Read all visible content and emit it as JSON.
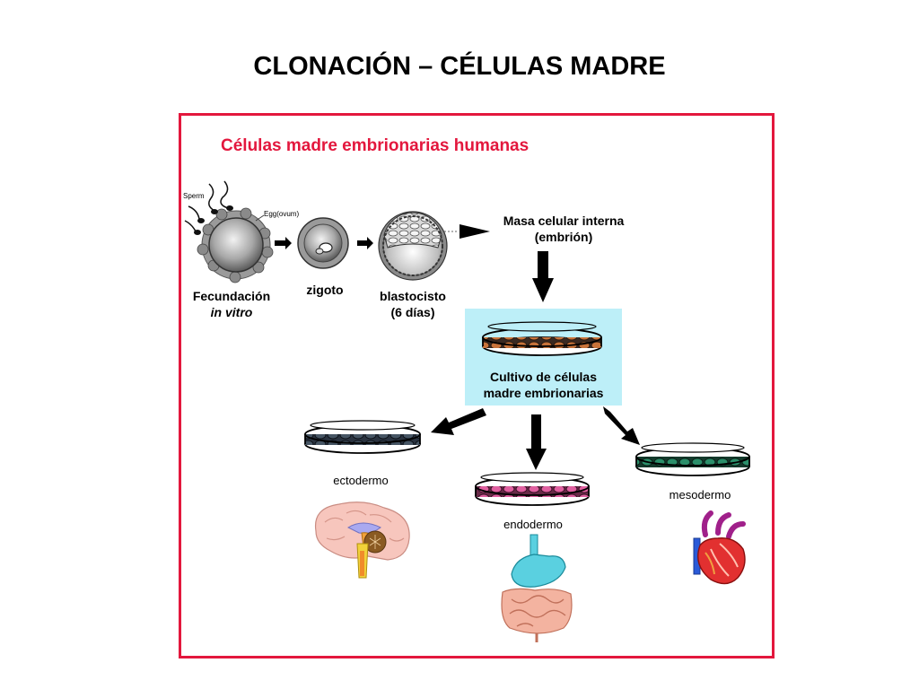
{
  "slide_title": "CLONACIÓN – CÉLULAS MADRE",
  "panel_title": "Células madre embrionarias humanas",
  "stages": {
    "sperm_label": "Sperm",
    "egg_label": "Egg(ovum)",
    "fertilization_line1": "Fecundación",
    "fertilization_line2": "in vitro",
    "zygote": "zigoto",
    "blastocyst_line1": "blastocisto",
    "blastocyst_line2": "(6 días)",
    "inner_mass_line1": "Masa celular interna",
    "inner_mass_line2": "(embrión)"
  },
  "culture": {
    "line1": "Cultivo de células",
    "line2": "madre embrionarias"
  },
  "germ_layers": {
    "ectoderm": "ectodermo",
    "endoderm": "endodermo",
    "mesoderm": "mesodermo"
  },
  "colors": {
    "frame_border": "#e3173d",
    "panel_title": "#e3173d",
    "culture_box_bg": "#bdeff8",
    "ectoderm_cells": "#1d2a3a",
    "endoderm_cells": "#e060a0",
    "mesoderm_cells": "#2b8f6a",
    "culture_cells": "#c8733a"
  },
  "icons": [
    "fertilized-egg-icon",
    "zygote-icon",
    "blastocyst-icon",
    "petri-dish-icon",
    "brain-icon",
    "digestive-tract-icon",
    "heart-icon"
  ]
}
